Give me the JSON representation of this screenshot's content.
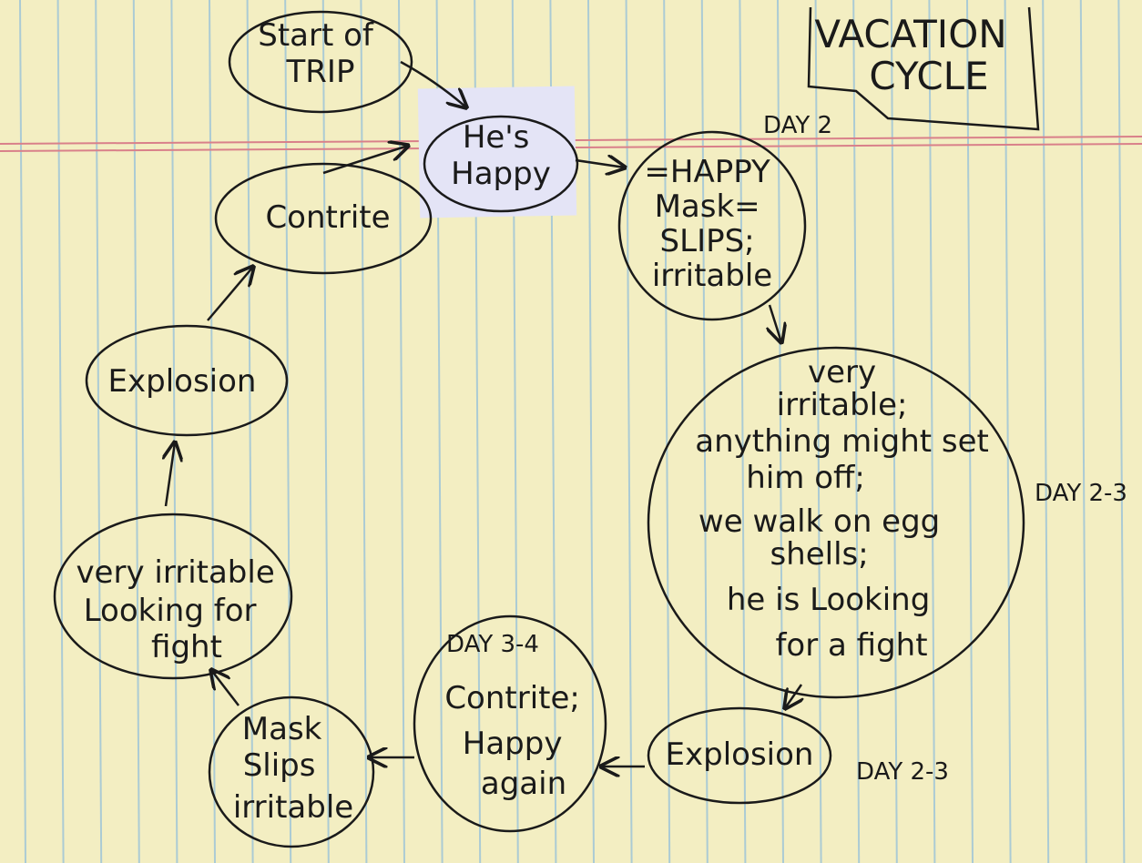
{
  "title": {
    "line1": "VACATION",
    "line2": "CYCLE"
  },
  "nodes": {
    "start": {
      "lines": [
        "Start of",
        "TRIP"
      ]
    },
    "happy": {
      "lines": [
        "He's",
        "Happy"
      ]
    },
    "mask_slips_1": {
      "lines": [
        "=HAPPY",
        "Mask=",
        "SLIPS;",
        "irritable"
      ]
    },
    "very_irritable_big": {
      "lines": [
        "very",
        "irritable;",
        "anything might set",
        "him off;",
        "we walk on egg",
        "shells;",
        "he is Looking",
        "for a fight"
      ]
    },
    "explosion_1": {
      "lines": [
        "Explosion"
      ]
    },
    "contrite_happy": {
      "lines": [
        "Contrite;",
        "Happy",
        "again"
      ]
    },
    "mask_slips_2": {
      "lines": [
        "Mask",
        "Slips",
        "irritable"
      ]
    },
    "very_irritable_small": {
      "lines": [
        "very irritable",
        "Looking for",
        "fight"
      ]
    },
    "explosion_2": {
      "lines": [
        "Explosion"
      ]
    },
    "contrite": {
      "lines": [
        "Contrite"
      ]
    }
  },
  "day_labels": {
    "day2": "DAY 2",
    "day2_3_upper": "DAY 2-3",
    "day3_4": "DAY 3-4",
    "day2_3_lower": "DAY 2-3"
  },
  "colors": {
    "paper": "#f3eec2",
    "rule_blue": "#9fc5d8",
    "rule_red": "#d9808a",
    "ink": "#1a1a1a",
    "sticky": "#e4e4f6"
  }
}
